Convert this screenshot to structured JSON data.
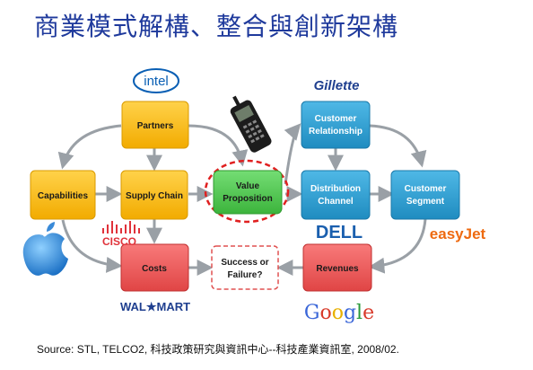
{
  "title": "商業模式解構、整合與創新架構",
  "boxes": {
    "partners": "Partners",
    "capabilities": "Capabilities",
    "supply_chain": "Supply Chain",
    "value_prop_line1": "Value",
    "value_prop_line2": "Proposition",
    "customer_rel_line1": "Customer",
    "customer_rel_line2": "Relationship",
    "distribution_line1": "Distribution",
    "distribution_line2": "Channel",
    "segment_line1": "Customer",
    "segment_line2": "Segment",
    "costs": "Costs",
    "success_line1": "Success or",
    "success_line2": "Failure?",
    "revenues": "Revenues"
  },
  "logos": {
    "intel": "intel",
    "gillette": "Gillette",
    "cisco": "CISCO",
    "dell": "DELL",
    "easyjet": "easyJet",
    "walmart": "WAL★MART",
    "google": "Google"
  },
  "colors": {
    "title": "#1f3a9c",
    "yellow_box": "#f6b800",
    "blue_box": "#2e9fd0",
    "green_box": "#4fc84f",
    "red_box": "#ee5a5a",
    "arrow": "#9aa0a6",
    "dashed_circle": "#e02020"
  },
  "source": "Source: STL, TELCO2, 科技政策研究與資訊中心--科技產業資訊室, 2008/02."
}
